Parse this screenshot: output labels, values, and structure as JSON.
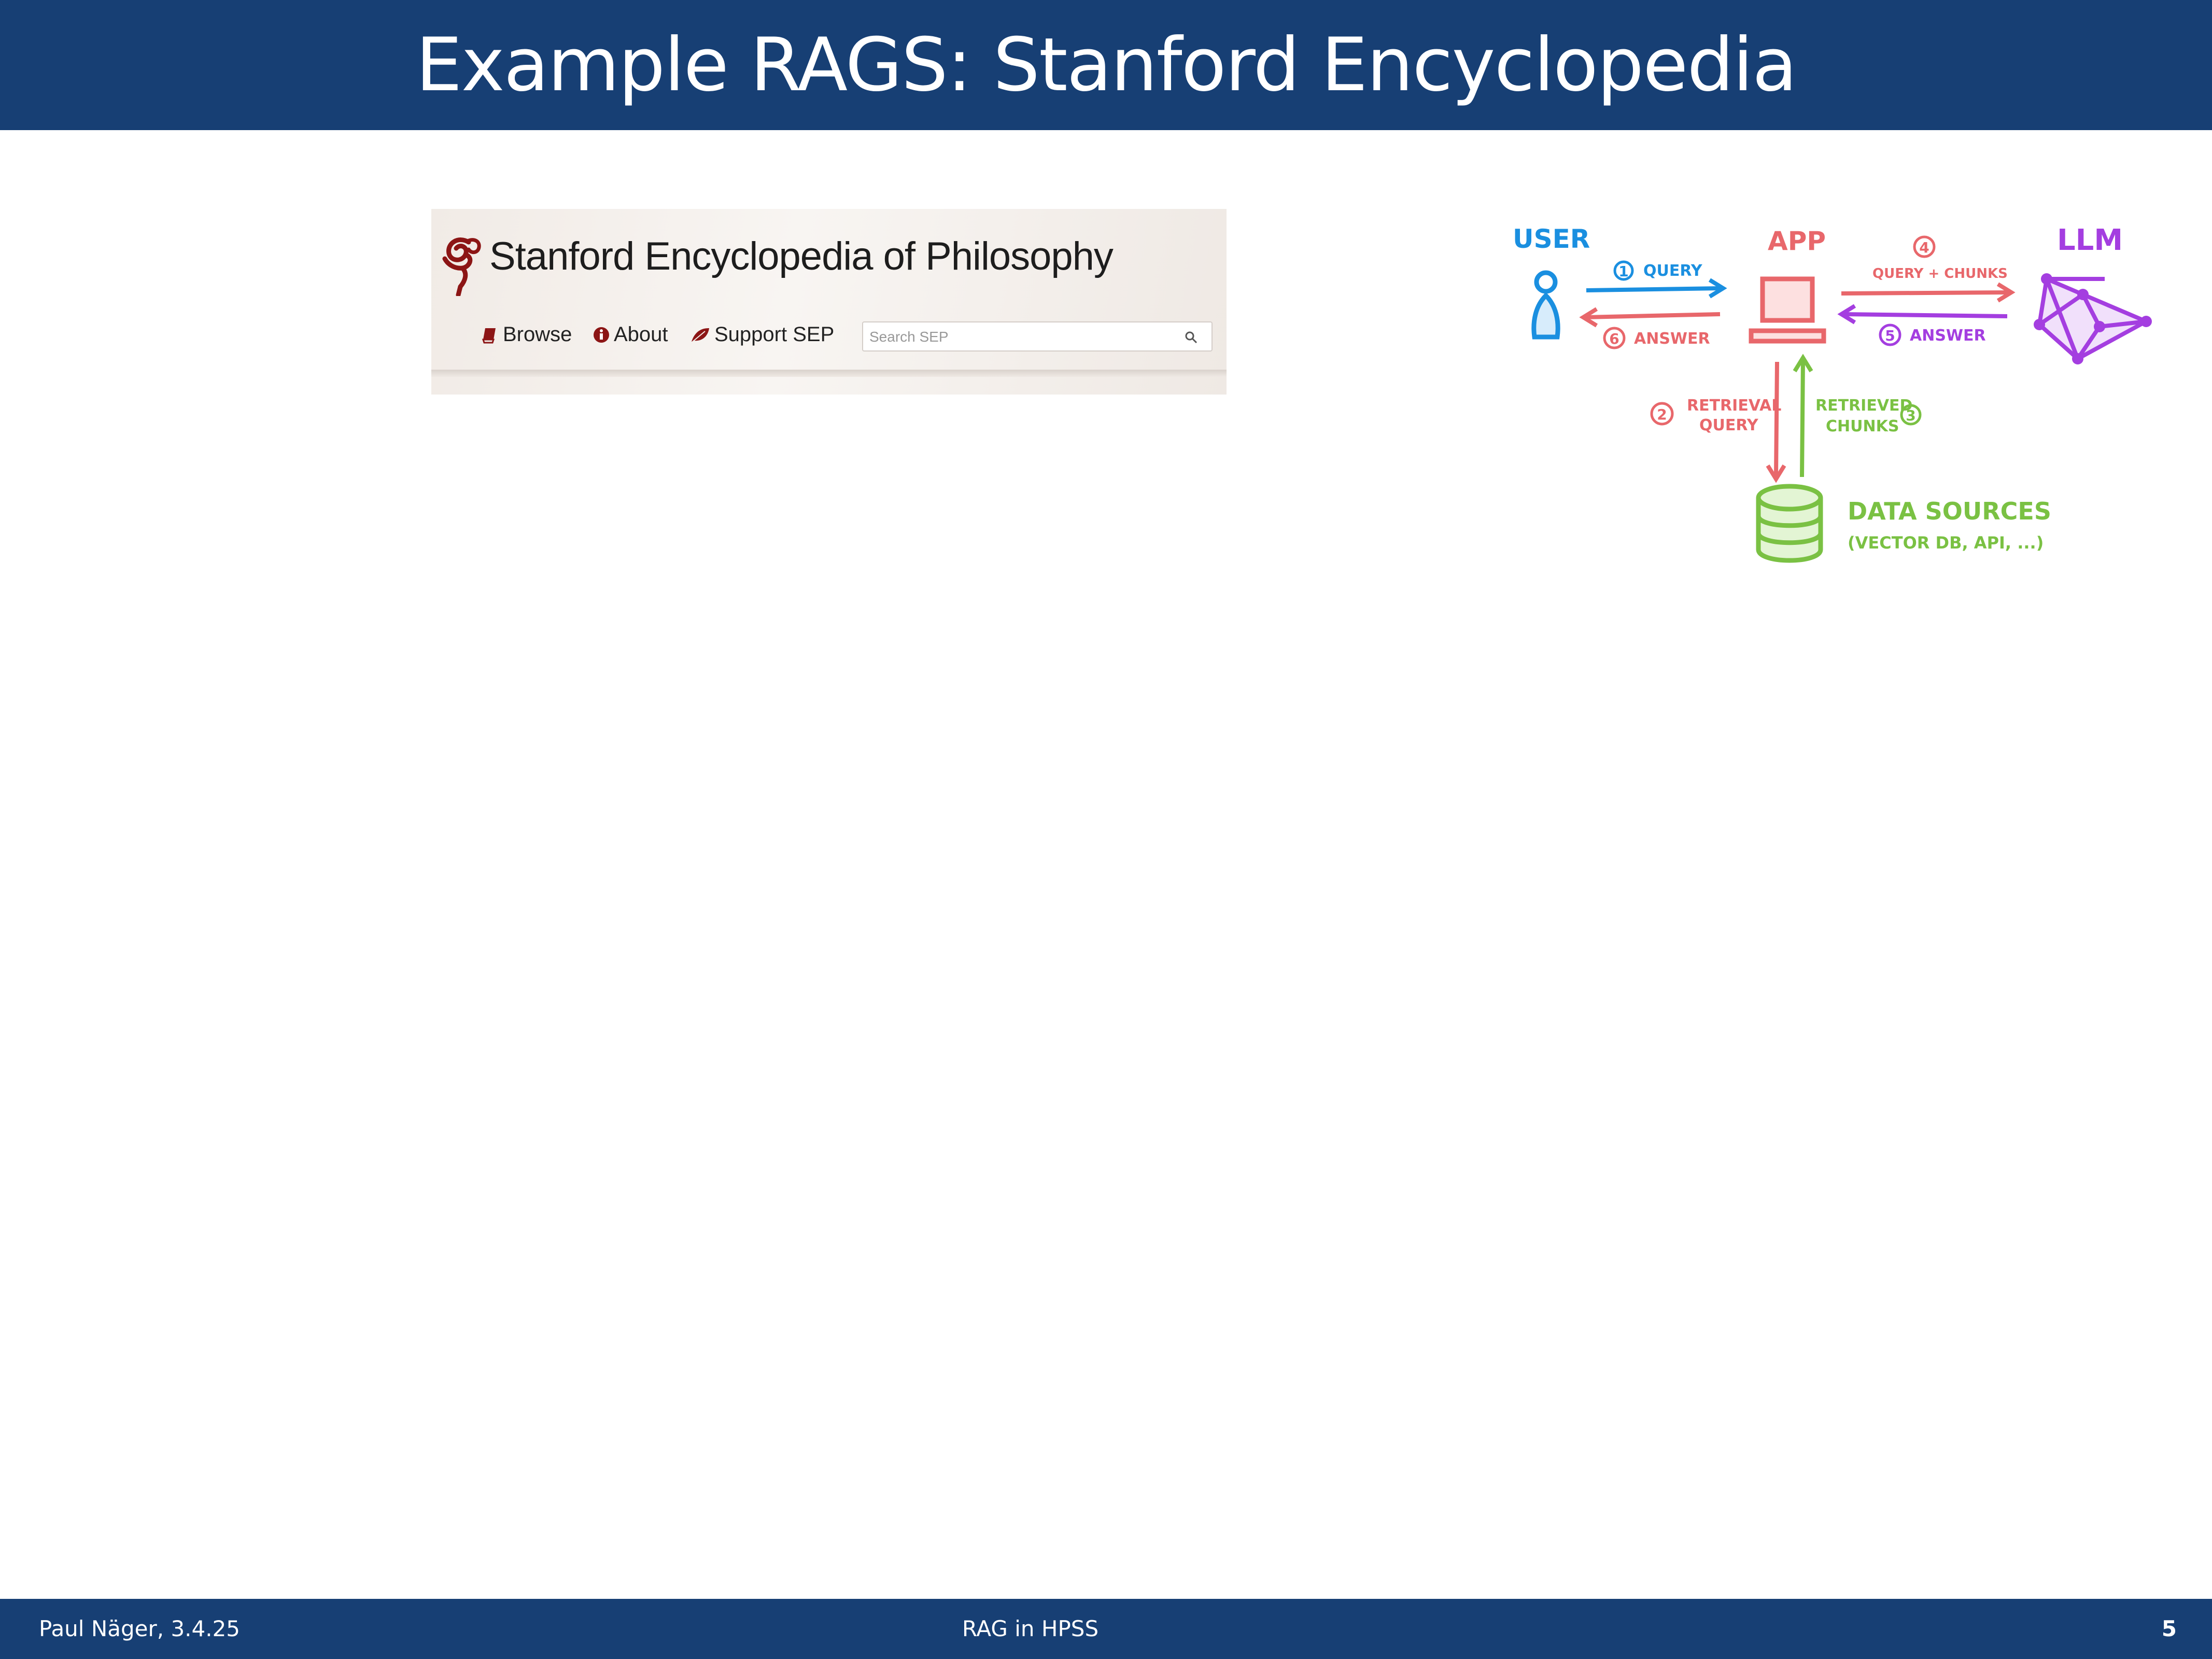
{
  "slide": {
    "title": "Example RAGS: Stanford Encyclopedia",
    "footer_left": "Paul Näger, 3.4.25",
    "footer_center": "RAG in HPSS",
    "page_number": "5"
  },
  "sep_header": {
    "site_name": "Stanford Encyclopedia of Philosophy",
    "nav": [
      {
        "label": "Browse",
        "icon": "book-icon"
      },
      {
        "label": "About",
        "icon": "info-icon"
      },
      {
        "label": "Support SEP",
        "icon": "leaf-icon"
      }
    ],
    "search_placeholder": "Search SEP",
    "colors": {
      "brand": "#8c1515"
    }
  },
  "rag_diagram": {
    "nodes": {
      "user": "USER",
      "app": "APP",
      "llm": "LLM",
      "data_sources": "DATA SOURCES",
      "data_sources_sub": "(VECTOR DB, API, ...)"
    },
    "steps": [
      {
        "num": "1",
        "label": "QUERY"
      },
      {
        "num": "2",
        "label": "RETRIEVAL",
        "label2": "QUERY"
      },
      {
        "num": "3",
        "label": "RETRIEVED",
        "label2": "CHUNKS"
      },
      {
        "num": "4",
        "label": "QUERY + CHUNKS"
      },
      {
        "num": "5",
        "label": "ANSWER"
      },
      {
        "num": "6",
        "label": "ANSWER"
      }
    ],
    "colors": {
      "user": "#1a8fe0",
      "app": "#e8676b",
      "llm": "#a43ee0",
      "data": "#7ac143"
    }
  }
}
